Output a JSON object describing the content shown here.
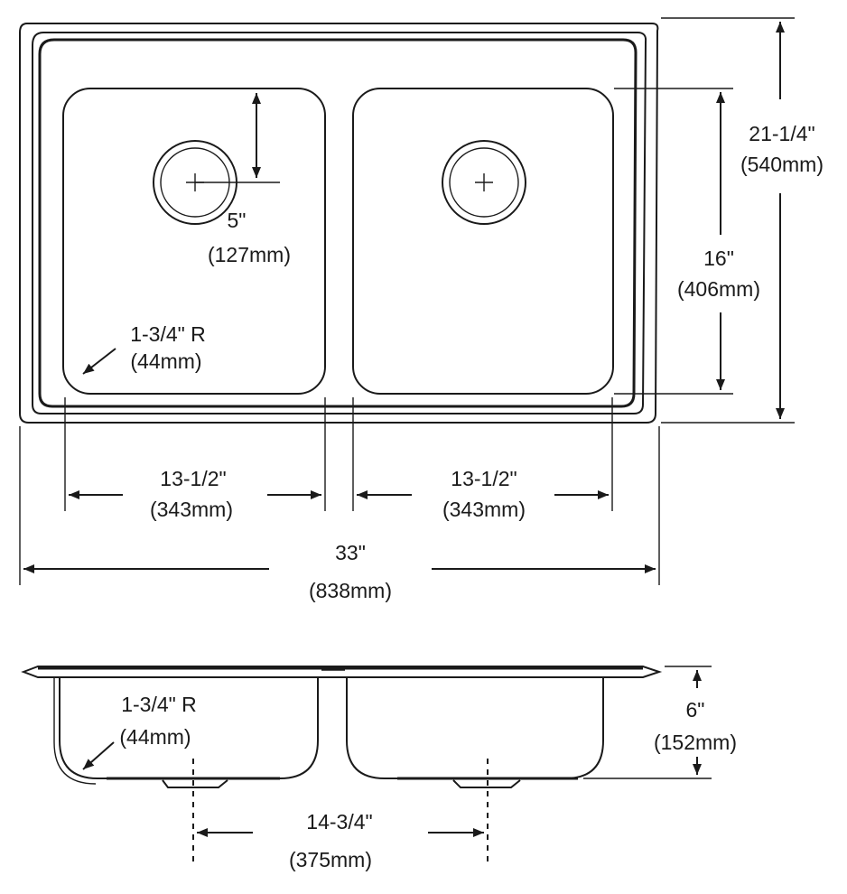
{
  "dimensions": {
    "bowl_depth_offset": {
      "imperial": "5\"",
      "metric": "(127mm)"
    },
    "corner_radius_top": {
      "imperial": "1-3/4\" R",
      "metric": "(44mm)"
    },
    "overall_depth": {
      "imperial": "21-1/4\"",
      "metric": "(540mm)"
    },
    "bowl_length": {
      "imperial": "16\"",
      "metric": "(406mm)"
    },
    "left_bowl_width": {
      "imperial": "13-1/2\"",
      "metric": "(343mm)"
    },
    "right_bowl_width": {
      "imperial": "13-1/2\"",
      "metric": "(343mm)"
    },
    "overall_width": {
      "imperial": "33\"",
      "metric": "(838mm)"
    },
    "corner_radius_side": {
      "imperial": "1-3/4\" R",
      "metric": "(44mm)"
    },
    "bowl_height": {
      "imperial": "6\"",
      "metric": "(152mm)"
    },
    "drain_spacing": {
      "imperial": "14-3/4\"",
      "metric": "(375mm)"
    }
  }
}
